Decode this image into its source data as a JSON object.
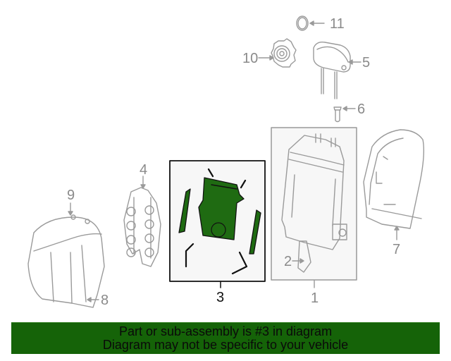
{
  "diagram": {
    "callouts": [
      {
        "id": "1",
        "label": "1"
      },
      {
        "id": "2",
        "label": "2"
      },
      {
        "id": "3",
        "label": "3"
      },
      {
        "id": "4",
        "label": "4"
      },
      {
        "id": "5",
        "label": "5"
      },
      {
        "id": "6",
        "label": "6"
      },
      {
        "id": "7",
        "label": "7"
      },
      {
        "id": "8",
        "label": "8"
      },
      {
        "id": "9",
        "label": "9"
      },
      {
        "id": "10",
        "label": "10"
      },
      {
        "id": "11",
        "label": "11"
      }
    ],
    "highlighted_part": "3",
    "colors": {
      "line_art": "#9a9a9a",
      "highlight_fill": "#1f6b12",
      "highlight_box_bg": "#f7f7f7",
      "banner_bg": "#156308"
    }
  },
  "banner": {
    "line1": "Part or sub-assembly is #3 in diagram",
    "line2": "Diagram may not be specific to your vehicle"
  }
}
